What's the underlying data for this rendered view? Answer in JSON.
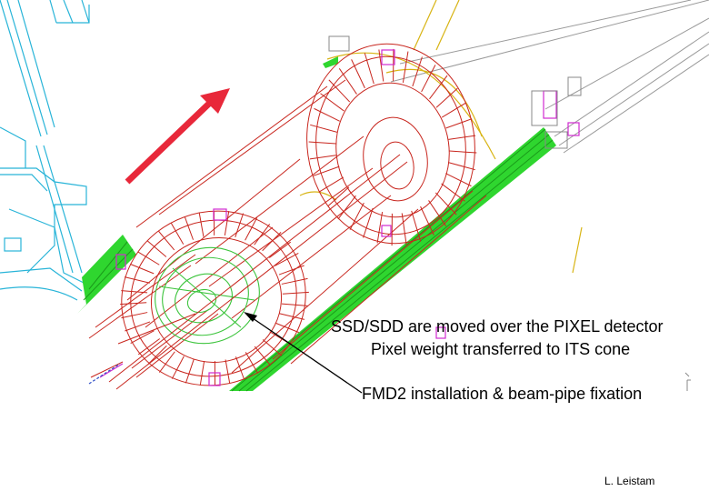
{
  "captions": {
    "line1": "SSD/SDD are moved over the PIXEL detector",
    "line2": "Pixel weight transferred to ITS cone",
    "line3": "FMD2 installation & beam-pipe fixation"
  },
  "author": "L. Leistam",
  "colors": {
    "direction_arrow": "#e8283a",
    "detector_outline": "#c8261e",
    "rails": "#2fd62f",
    "pixel_detector": "#3cc43c",
    "support_frame": "#28b4d8",
    "brackets": "#d02ad0",
    "cone_arc": "#d8b414",
    "beam_lines": "#888888"
  }
}
